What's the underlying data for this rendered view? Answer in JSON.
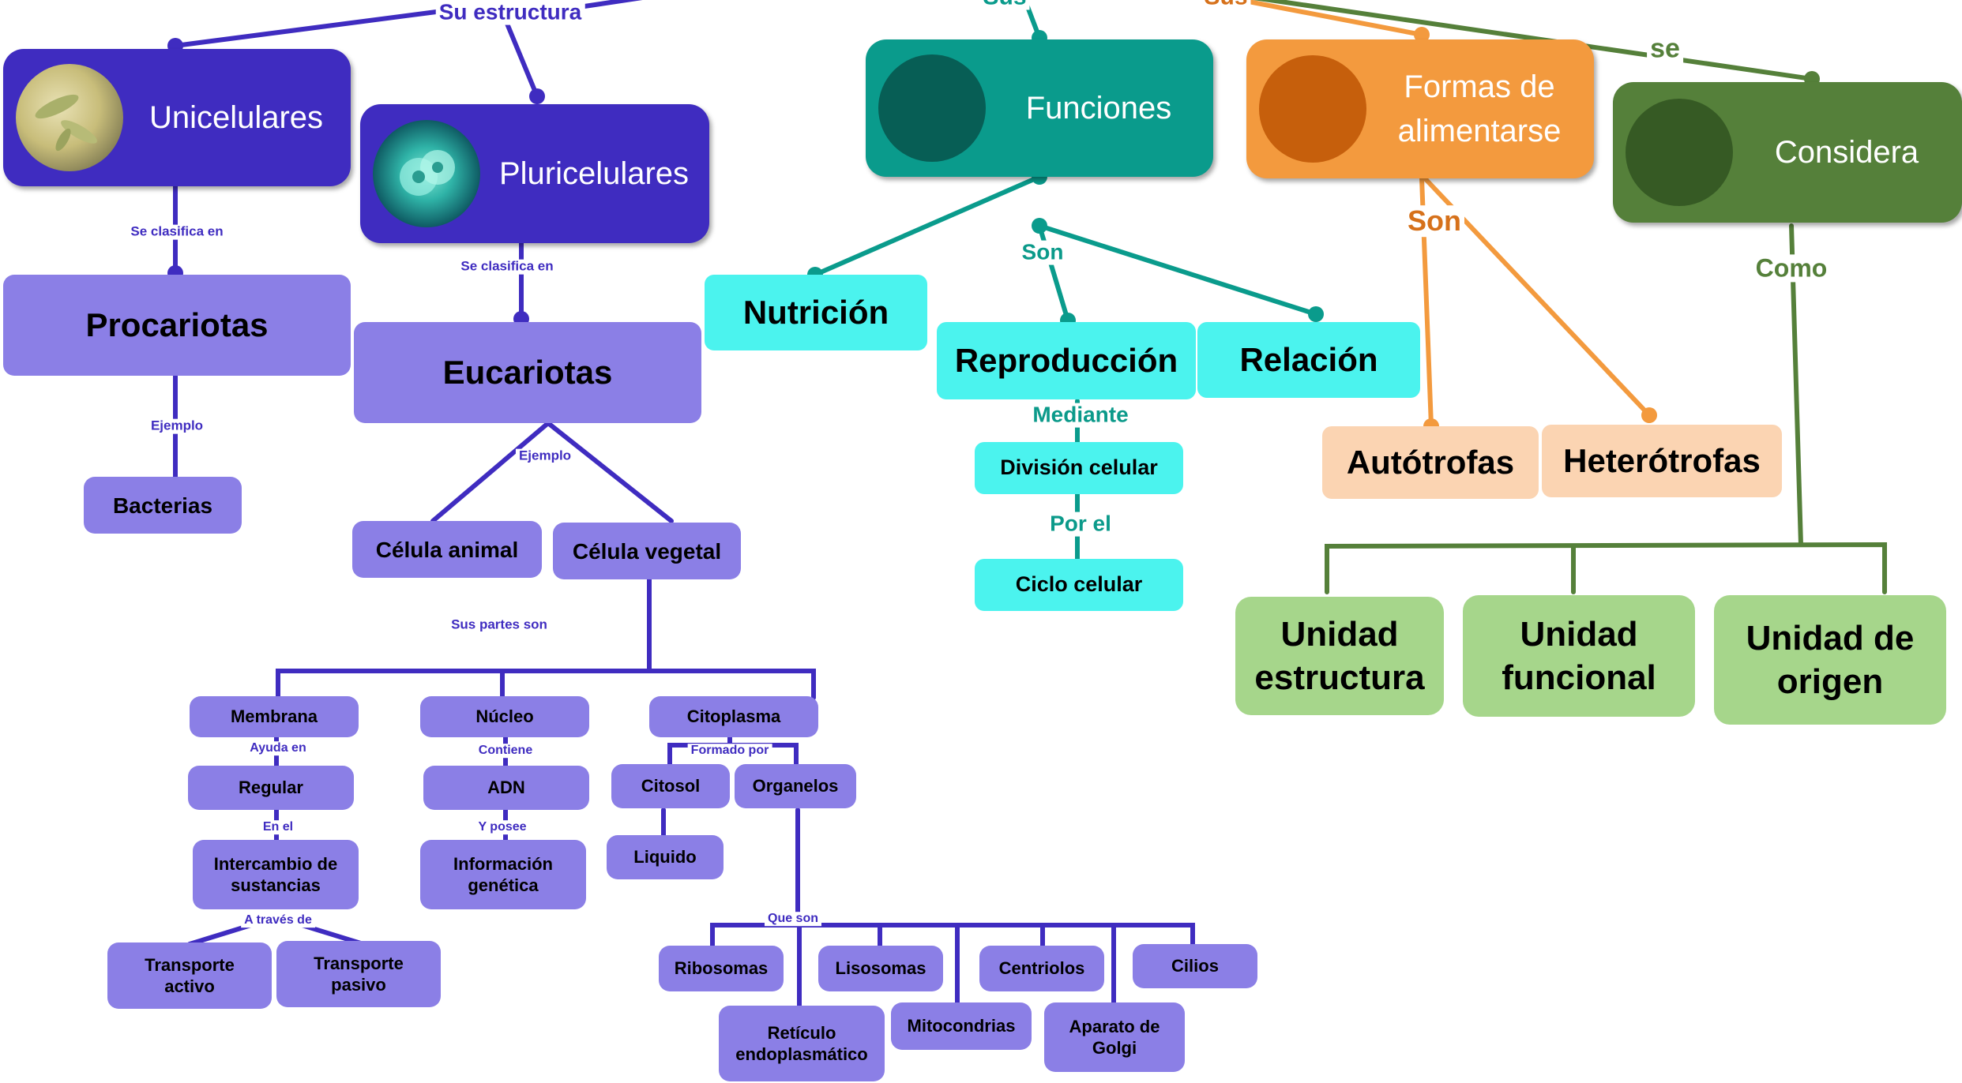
{
  "colors": {
    "purple_dark": "#3f2cc0",
    "purple_box": "#8b7fe6",
    "teal": "#0a9b8c",
    "teal_text": "#0b9a8a",
    "cyan": "#4bf3ee",
    "orange": "#f39a3e",
    "orange_text": "#d6711b",
    "peach": "#fbd4b2",
    "green": "#55803a",
    "light_green": "#a6d68b"
  },
  "headers": {
    "unicelulares": "Unicelulares",
    "pluricelulares": "Pluricelulares",
    "funciones": "Funciones",
    "formas": "Formas de alimentarse",
    "considera": "Considera"
  },
  "nodes": {
    "procariotas": "Procariotas",
    "eucariotas": "Eucariotas",
    "bacterias": "Bacterias",
    "celula_animal": "Célula animal",
    "celula_vegetal": "Célula vegetal",
    "membrana": "Membrana",
    "nucleo": "Núcleo",
    "citoplasma": "Citoplasma",
    "regular": "Regular",
    "intercambio": "Intercambio de sustancias",
    "transporte_activo": "Transporte activo",
    "transporte_pasivo": "Transporte pasivo",
    "adn": "ADN",
    "informacion": "Información genética",
    "citosol": "Citosol",
    "organelos": "Organelos",
    "liquido": "Liquido",
    "ribosomas": "Ribosomas",
    "lisosomas": "Lisosomas",
    "centriolos": "Centriolos",
    "cilios": "Cilios",
    "reticulo": "Retículo endoplasmático",
    "mitocondrias": "Mitocondrias",
    "golgi": "Aparato de Golgi",
    "nutricion": "Nutrición",
    "reproduccion": "Reproducción",
    "relacion": "Relación",
    "division": "División celular",
    "ciclo": "Ciclo celular",
    "autotrofas": "Autótrofas",
    "heterotrofas": "Heterótrofas",
    "unidad_estructura": "Unidad estructura",
    "unidad_funcional": "Unidad funcional",
    "unidad_origen": "Unidad de origen"
  },
  "labels": {
    "su_estructura": "Su estructura",
    "sus_top": "Sus",
    "sus_top_orange": "Sus",
    "se": "se",
    "se_clasifica_1": "Se clasifica en",
    "se_clasifica_2": "Se clasifica en",
    "ejemplo_1": "Ejemplo",
    "ejemplo_2": "Ejemplo",
    "sus_partes": "Sus partes son",
    "ayuda_en": "Ayuda en",
    "en_el": "En el",
    "a_traves": "A través de",
    "contiene": "Contiene",
    "y_posee": "Y posee",
    "formado_por": "Formado por",
    "que_son": "Que son",
    "son_teal": "Son",
    "mediante": "Mediante",
    "por_el": "Por el",
    "son_orange": "Son",
    "como": "Como"
  }
}
